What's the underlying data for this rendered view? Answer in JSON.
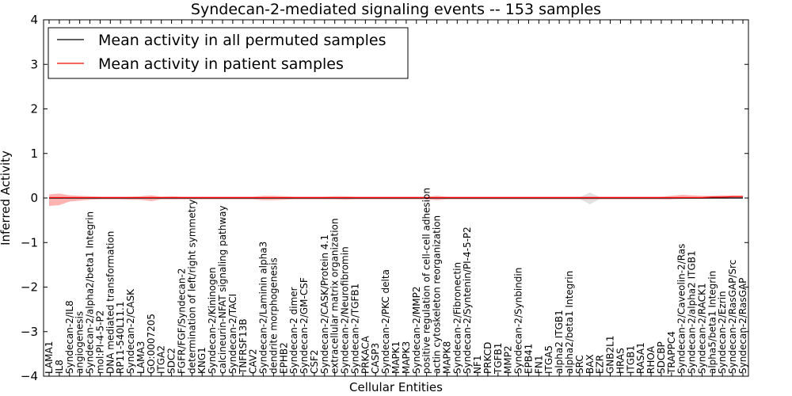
{
  "chart_data": {
    "type": "line",
    "title": "Syndecan-2-mediated signaling events -- 153 samples",
    "xlabel": "Cellular Entities",
    "ylabel": "Inferred Activity",
    "ylim": [
      -4,
      4
    ],
    "yticks": [
      "4",
      "3",
      "2",
      "1",
      "0",
      "−1",
      "−2",
      "−3",
      "−4"
    ],
    "grid": false,
    "legend_position": "top-left",
    "categories": [
      "LAMA1",
      "IL8",
      "Syndecan-2/IL8",
      "angiogenesis",
      "Syndecan-2/alpha2/beta1 Integrin",
      "mol:PI-4-5-P2",
      "DNA mediated transformation",
      "RP11-540L11.1",
      "Syndecan-2/CASK",
      "LAMA3",
      "GO:0007205",
      "ITGA2",
      "SDC2",
      "FGFR/FGF/Syndecan-2",
      "determination of left/right symmetry",
      "KNG1",
      "Syndecan-2/Kininogen",
      "calcineurin-NFAT signaling pathway",
      "Syndecan-2/TACI",
      "TNFRSF13B",
      "CAV2",
      "Syndecan-2/Laminin alpha3",
      "dendrite morphogenesis",
      "EPHB2",
      "Syndecan-2 dimer",
      "Syndecan-2/GM-CSF",
      "CSF2",
      "Syndecan-2/CASK/Protein 4.1",
      "extracellular matrix organization",
      "Syndecan-2/Neurofibromin",
      "Syndecan-2/TGFB1",
      "PRKACA",
      "CASP3",
      "Syndecan-2/PKC delta",
      "MAPK1",
      "MAPK3",
      "Syndecan-2/MMP2",
      "positive regulation of cell-cell adhesion",
      "actin cytoskeleton reorganization",
      "MAPK8",
      "Syndecan-2/Fibronectin",
      "Syndecan-2/Syntenin/PI-4-5-P2",
      "NF1",
      "PRKCD",
      "TGFB1",
      "MMP2",
      "Syndecan-2/Synbindin",
      "EPB41",
      "FN1",
      "ITGA5",
      "alpha2 ITGB1",
      "alpha2/beta1 Integrin",
      "SRC",
      "BAX",
      "EZR",
      "GNB2L1",
      "HRAS",
      "ITGB1",
      "RASA1",
      "RHOA",
      "SDCBP",
      "TRAPPC4",
      "Syndecan-2/Caveolin-2/Ras",
      "Syndecan-2/alpha2 ITGB1",
      "Syndecan-2/RACK1",
      "alpha5/beta1 Integrin",
      "Syndecan-2/Ezrin",
      "Syndecan-2/RasGAP/Src",
      "Syndecan-2/RasGAP"
    ],
    "series": [
      {
        "name": "Mean activity in all permuted samples",
        "color": "#000000",
        "values": [
          0,
          0,
          0,
          0,
          0,
          0,
          0,
          0,
          0,
          0,
          0,
          0,
          0,
          0,
          0,
          0,
          0,
          0,
          0,
          0,
          0,
          0,
          0,
          0,
          0,
          0,
          0,
          0,
          0,
          0,
          0,
          0,
          0,
          0,
          0,
          0,
          0,
          0,
          0,
          0,
          0,
          0,
          0,
          0,
          0,
          0,
          0,
          0,
          0,
          0,
          0,
          0,
          0,
          0,
          0,
          0,
          0,
          0,
          0,
          0,
          0,
          0,
          0,
          0,
          0,
          0,
          0,
          0,
          0
        ],
        "band_upper": [
          0.02,
          0.02,
          0.02,
          0.02,
          0.02,
          0.02,
          0.02,
          0.02,
          0.02,
          0.02,
          0.02,
          0.02,
          0.02,
          0.02,
          0.02,
          0.02,
          0.02,
          0.02,
          0.02,
          0.02,
          0.02,
          0.02,
          0.02,
          0.02,
          0.02,
          0.02,
          0.02,
          0.02,
          0.02,
          0.02,
          0.02,
          0.02,
          0.02,
          0.02,
          0.02,
          0.02,
          0.02,
          0.02,
          0.02,
          0.02,
          0.02,
          0.02,
          0.02,
          0.02,
          0.02,
          0.02,
          0.02,
          0.02,
          0.02,
          0.02,
          0.02,
          0.02,
          0.02,
          0.12,
          0.02,
          0.02,
          0.02,
          0.02,
          0.02,
          0.02,
          0.02,
          0.02,
          0.02,
          0.02,
          0.02,
          0.02,
          0.02,
          0.02,
          0.02
        ],
        "band_lower": [
          -0.02,
          -0.02,
          -0.02,
          -0.02,
          -0.02,
          -0.02,
          -0.02,
          -0.02,
          -0.02,
          -0.02,
          -0.02,
          -0.02,
          -0.02,
          -0.02,
          -0.02,
          -0.02,
          -0.02,
          -0.02,
          -0.02,
          -0.02,
          -0.02,
          -0.02,
          -0.02,
          -0.02,
          -0.02,
          -0.02,
          -0.02,
          -0.02,
          -0.02,
          -0.02,
          -0.02,
          -0.02,
          -0.02,
          -0.02,
          -0.02,
          -0.02,
          -0.02,
          -0.02,
          -0.02,
          -0.02,
          -0.02,
          -0.02,
          -0.02,
          -0.02,
          -0.02,
          -0.02,
          -0.02,
          -0.02,
          -0.02,
          -0.02,
          -0.02,
          -0.02,
          -0.02,
          -0.14,
          -0.02,
          -0.02,
          -0.02,
          -0.02,
          -0.02,
          -0.02,
          -0.02,
          -0.02,
          -0.02,
          -0.02,
          -0.02,
          -0.02,
          -0.02,
          -0.02,
          -0.02
        ]
      },
      {
        "name": "Mean activity in patient samples",
        "color": "#ff0000",
        "band_color": "#ff8080",
        "values": [
          0.01,
          0.01,
          0.01,
          0.01,
          0.01,
          0.01,
          0.01,
          0.01,
          0.01,
          0.01,
          0.01,
          0.01,
          0.01,
          0.01,
          0.01,
          0.01,
          0.01,
          0.01,
          0.01,
          0.01,
          0.01,
          0.01,
          0.01,
          0.01,
          0.01,
          0.01,
          0.01,
          0.01,
          0.01,
          0.01,
          0.01,
          0.01,
          0.01,
          0.01,
          0.01,
          0.01,
          0.01,
          0.01,
          0.01,
          0.01,
          0.01,
          0.01,
          0.01,
          0.01,
          0.01,
          0.01,
          0.01,
          0.01,
          0.01,
          0.01,
          0.01,
          0.01,
          0.01,
          0.01,
          0.01,
          0.01,
          0.01,
          0.01,
          0.01,
          0.01,
          0.01,
          0.01,
          0.01,
          0.01,
          0.01,
          0.02,
          0.02,
          0.03,
          0.03
        ],
        "band_upper": [
          0.08,
          0.1,
          0.06,
          0.05,
          0.04,
          0.03,
          0.03,
          0.03,
          0.03,
          0.04,
          0.06,
          0.03,
          0.04,
          0.03,
          0.03,
          0.03,
          0.03,
          0.03,
          0.03,
          0.03,
          0.03,
          0.05,
          0.05,
          0.04,
          0.03,
          0.03,
          0.03,
          0.03,
          0.04,
          0.04,
          0.03,
          0.03,
          0.03,
          0.03,
          0.03,
          0.03,
          0.03,
          0.03,
          0.05,
          0.03,
          0.03,
          0.03,
          0.03,
          0.03,
          0.03,
          0.03,
          0.03,
          0.03,
          0.03,
          0.03,
          0.03,
          0.03,
          0.03,
          0.03,
          0.03,
          0.03,
          0.03,
          0.03,
          0.03,
          0.03,
          0.03,
          0.05,
          0.07,
          0.06,
          0.05,
          0.05,
          0.06,
          0.06,
          0.06
        ],
        "band_lower": [
          -0.18,
          -0.16,
          -0.08,
          -0.06,
          -0.04,
          -0.03,
          -0.03,
          -0.03,
          -0.04,
          -0.04,
          -0.07,
          -0.03,
          -0.03,
          -0.03,
          -0.03,
          -0.03,
          -0.03,
          -0.03,
          -0.03,
          -0.03,
          -0.03,
          -0.05,
          -0.05,
          -0.04,
          -0.03,
          -0.03,
          -0.03,
          -0.03,
          -0.03,
          -0.04,
          -0.03,
          -0.03,
          -0.03,
          -0.03,
          -0.03,
          -0.03,
          -0.03,
          -0.03,
          -0.05,
          -0.03,
          -0.03,
          -0.03,
          -0.03,
          -0.03,
          -0.03,
          -0.03,
          -0.03,
          -0.03,
          -0.03,
          -0.03,
          -0.03,
          -0.03,
          -0.03,
          -0.03,
          -0.03,
          -0.03,
          -0.03,
          -0.03,
          -0.03,
          -0.03,
          -0.03,
          -0.03,
          -0.02,
          -0.02,
          -0.02,
          -0.01,
          -0.01,
          -0.01,
          -0.01
        ]
      }
    ]
  }
}
